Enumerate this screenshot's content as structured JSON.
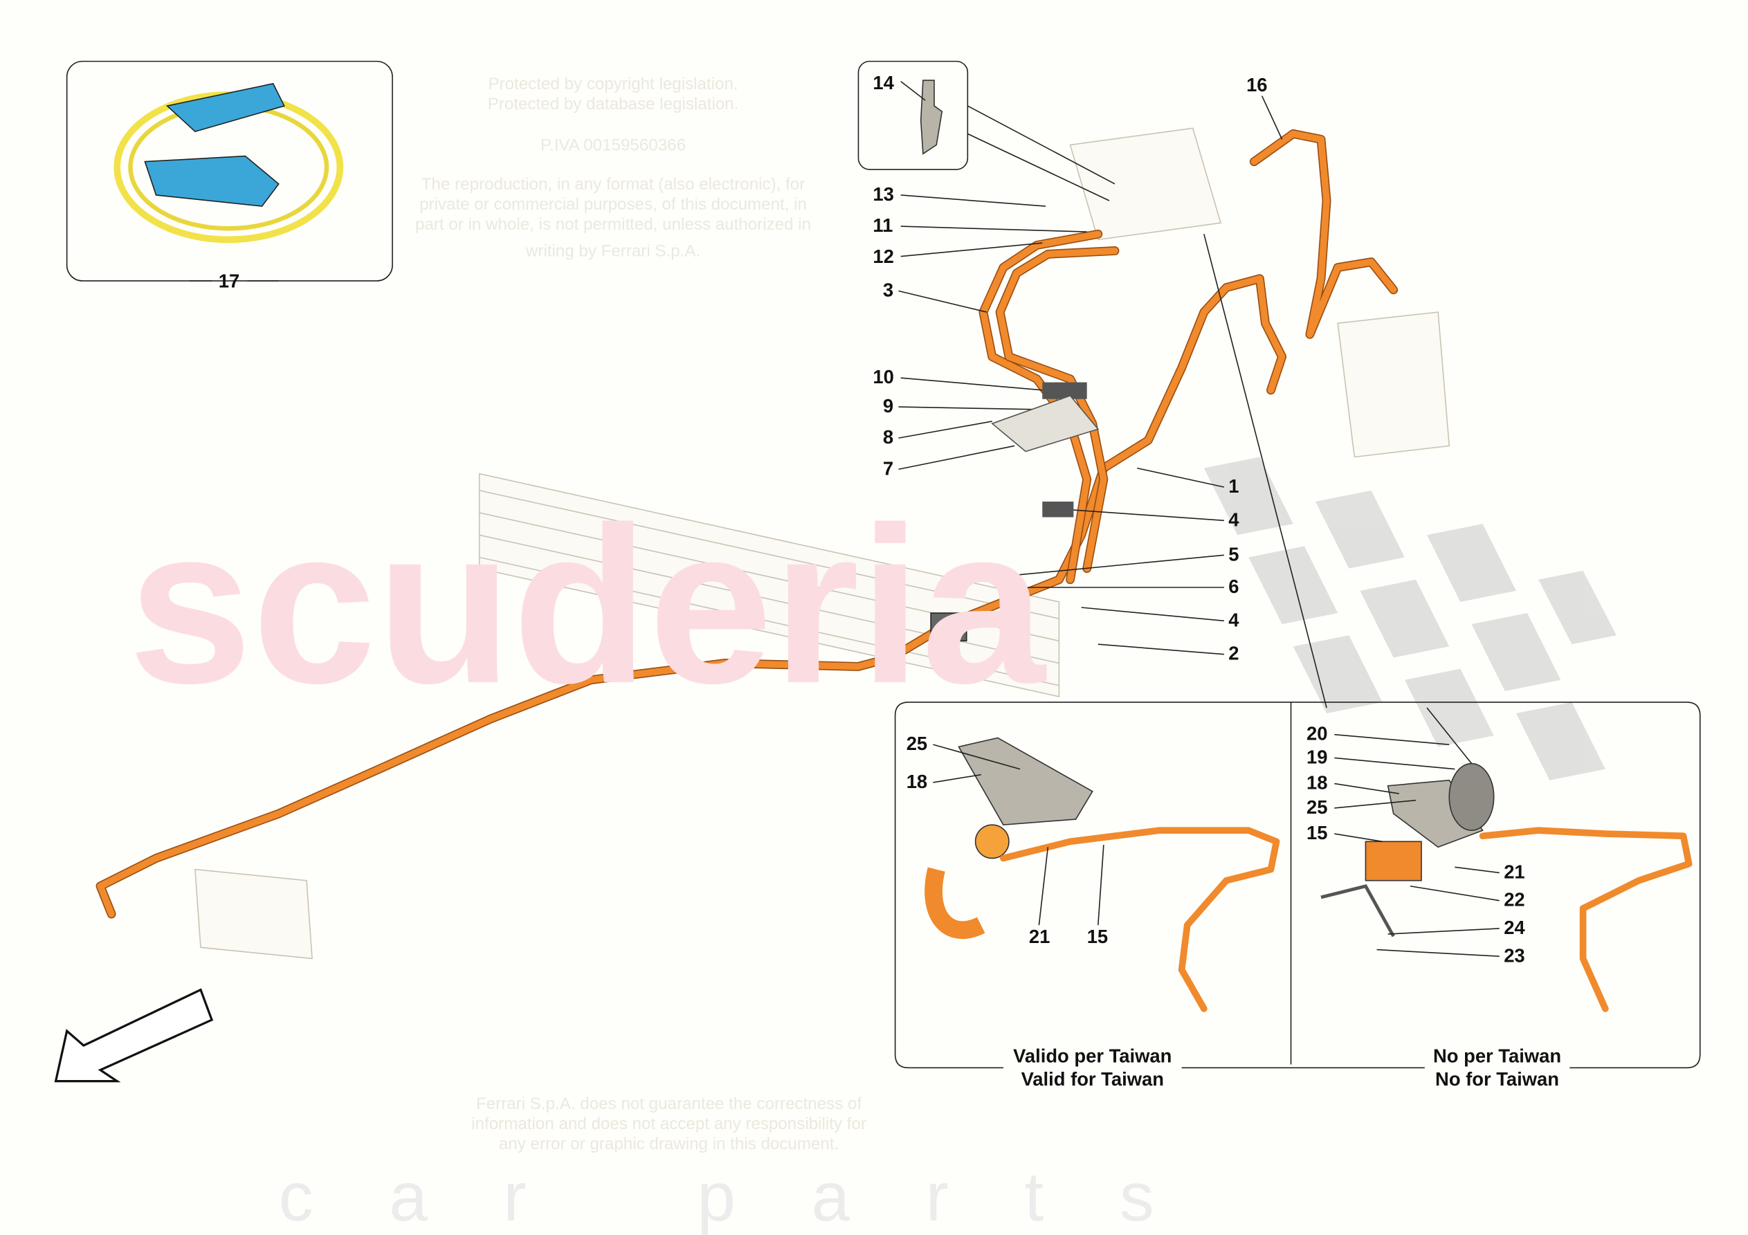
{
  "watermark": {
    "brand": "scuderia",
    "sub": "car parts",
    "disclaimer_top": [
      "Protected by copyright legislation.",
      "Protected by database legislation.",
      "P.IVA 00159560366",
      "The reproduction, in any format (also electronic), for",
      "private or commercial purposes, of this document, in",
      "part or in whole, is not permitted, unless authorized in",
      "writing by Ferrari S.p.A."
    ],
    "disclaimer_bottom": [
      "Ferrari S.p.A. does not guarantee the correctness of",
      "information and does not accept any responsibility for",
      "any error or graphic drawing in this document."
    ]
  },
  "labels": [
    {
      "text": "14"
    },
    {
      "text": "16"
    },
    {
      "text": "13"
    },
    {
      "text": "11"
    },
    {
      "text": "12"
    },
    {
      "text": "3"
    },
    {
      "text": "10"
    },
    {
      "text": "9"
    },
    {
      "text": "8"
    },
    {
      "text": "7"
    },
    {
      "text": "1"
    },
    {
      "text": "4"
    },
    {
      "text": "5"
    },
    {
      "text": "6"
    },
    {
      "text": "4"
    },
    {
      "text": "2"
    },
    {
      "text": "17"
    }
  ],
  "inset_taiwan": {
    "caption_it": "Valido per Taiwan",
    "caption_en": "Valid for Taiwan",
    "labels": [
      {
        "text": "25"
      },
      {
        "text": "18"
      },
      {
        "text": "21"
      },
      {
        "text": "15"
      }
    ]
  },
  "inset_no_taiwan": {
    "caption_it": "No per Taiwan",
    "caption_en": "No for Taiwan",
    "labels": [
      {
        "text": "20"
      },
      {
        "text": "19"
      },
      {
        "text": "18"
      },
      {
        "text": "25"
      },
      {
        "text": "15"
      },
      {
        "text": "21"
      },
      {
        "text": "22"
      },
      {
        "text": "24"
      },
      {
        "text": "23"
      }
    ]
  },
  "colors": {
    "cable": "#f08a2c",
    "charger_cable": "#f2e24a",
    "charger_body": "#3aa7d8",
    "watermark": "#f9d3d8"
  }
}
